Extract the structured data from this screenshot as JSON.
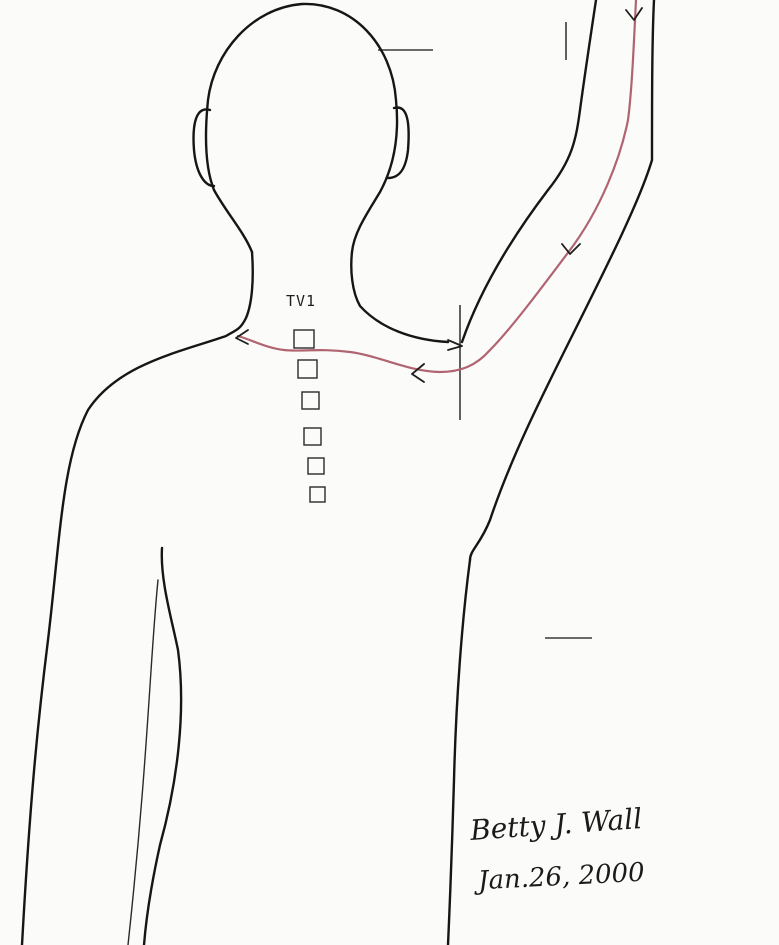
{
  "diagram": {
    "vertebra_label": "TV1",
    "vertebra_count": 6,
    "trace_color": "#b06470",
    "ink_color": "#161616",
    "signature": {
      "name": "Betty J. Wall",
      "date": "Jan.26, 2000"
    }
  }
}
